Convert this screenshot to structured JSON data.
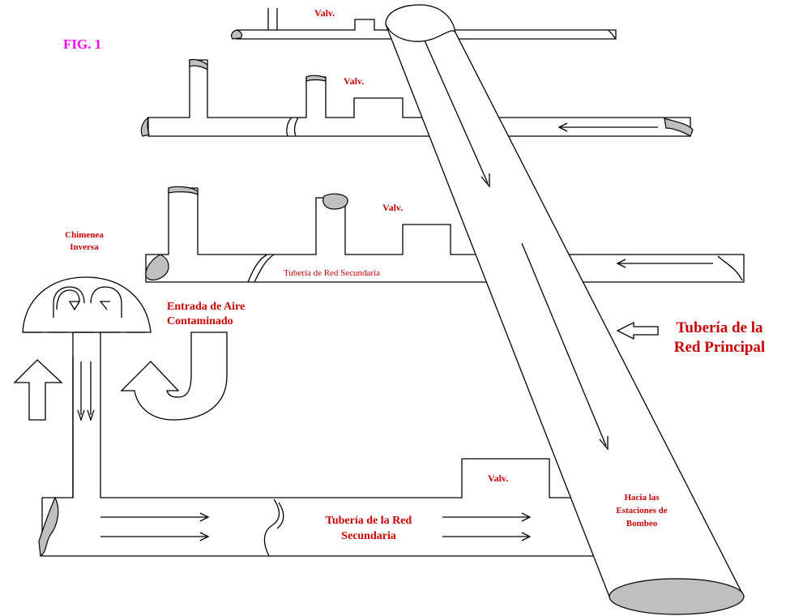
{
  "figure_label": "FIG. 1",
  "labels": {
    "valve_top": "Valv.",
    "valve_second": "Valv.",
    "valve_third": "Valv.",
    "valve_bottom": "Valv.",
    "chimney_line1": "Chimenea",
    "chimney_line2": "Inversa",
    "air_inlet_line1": "Entrada de Aire",
    "air_inlet_line2": "Contaminado",
    "secondary_pipe_small": "Tubería de Red Secundaria",
    "secondary_pipe_line1": "Tubería de la Red",
    "secondary_pipe_line2": "Secundaria",
    "main_pipe_line1": "Tubería de la",
    "main_pipe_line2": "Red Principal",
    "pumping_line1": "Hacia las",
    "pumping_line2": "Estaciones de",
    "pumping_line3": "Bombeo"
  },
  "colors": {
    "figure_label": "#ff00ff",
    "annotation_red": "#cc0000",
    "cap_fill": "#bfbfbf",
    "line": "#000000"
  }
}
